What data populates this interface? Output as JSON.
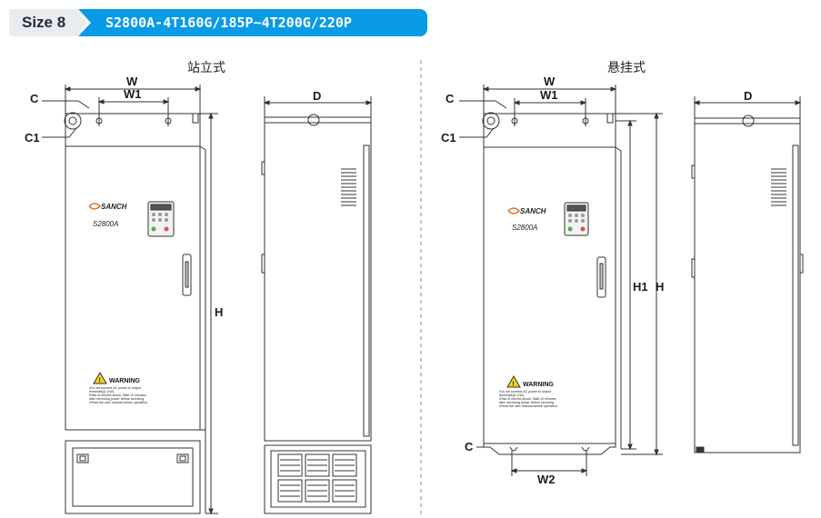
{
  "header": {
    "size_label": "Size 8",
    "model_range": "S2800A-4T160G/185P~4T200G/220P"
  },
  "views": {
    "floor_standing_caption": "站立式",
    "wall_hanging_caption": "悬挂式"
  },
  "dimension_labels": {
    "w": "W",
    "w1": "W1",
    "w2": "W2",
    "d": "D",
    "h": "H",
    "h1": "H1",
    "c": "C",
    "c1": "C1"
  },
  "device": {
    "brand": "SANCH",
    "model": "S2800A",
    "warning_title": "WARNING",
    "warning_lines": [
      "•Do not connect AC power to output",
      "  terminals(U,V,W).",
      "•Risk of electric shock. Wait 10 minutes",
      "  after removing power before servicing.",
      "•Read the user manual before operation."
    ]
  },
  "colors": {
    "header_blue": "#0a9be6",
    "header_gray": "#e9ecef",
    "line": "#333333",
    "warning_yellow": "#f4d21a",
    "keypad_red": "#d9534f",
    "keypad_green": "#4caf50"
  }
}
